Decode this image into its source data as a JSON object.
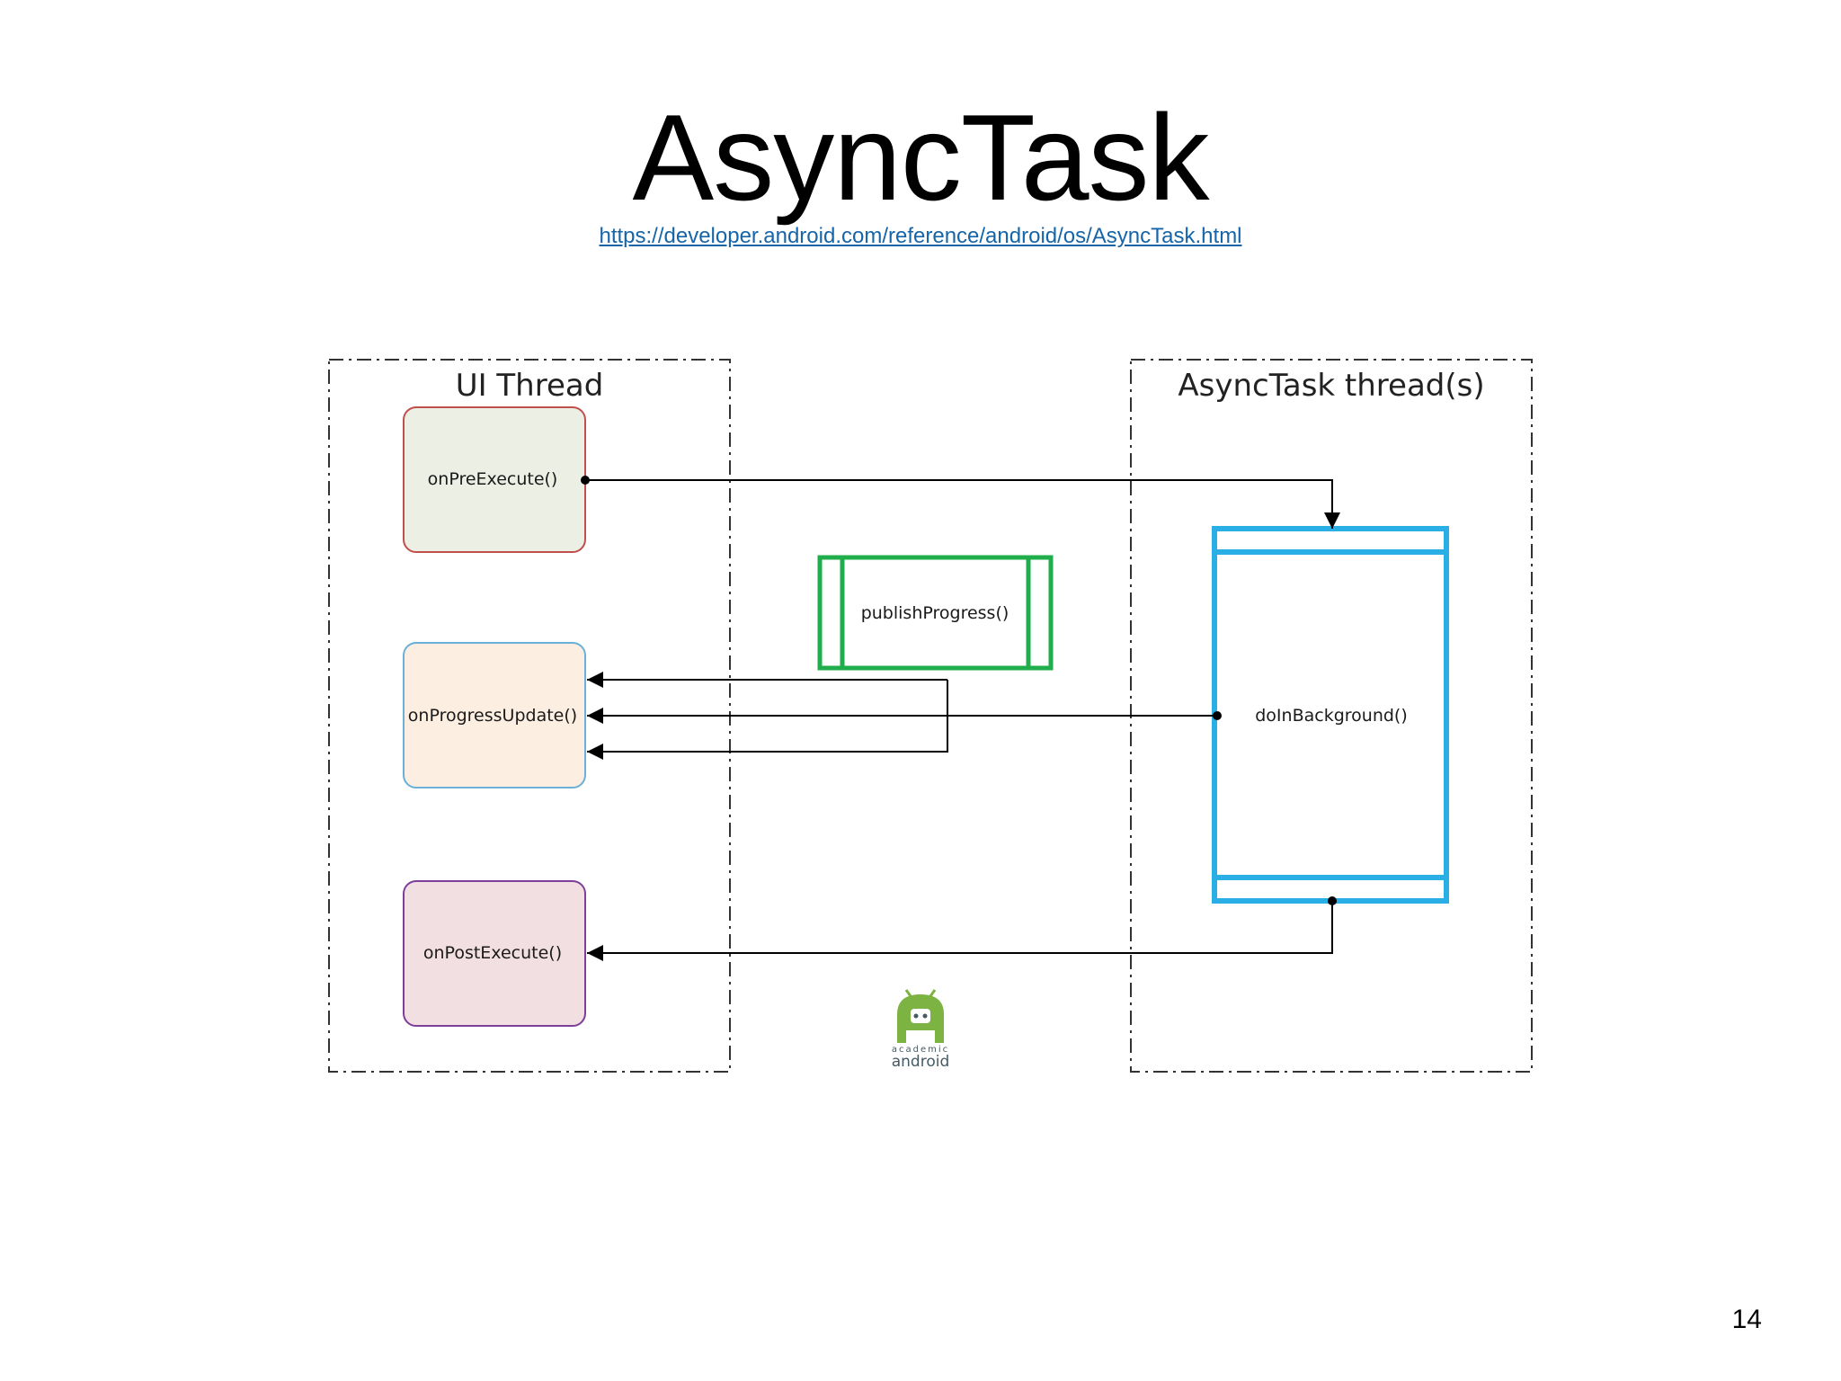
{
  "slide": {
    "title": "AsyncTask",
    "link": "https://developer.android.com/reference/android/os/AsyncTask.html",
    "page_number": "14"
  },
  "diagram": {
    "lanes": {
      "ui_thread": "UI Thread",
      "async_thread": "AsyncTask thread(s)"
    },
    "methods": {
      "on_pre_execute": "onPreExecute()",
      "on_progress_update": "onProgressUpdate()",
      "on_post_execute": "onPostExecute()",
      "publish_progress": "publishProgress()",
      "do_in_background": "doInBackground()"
    },
    "logo": {
      "line1": "academic",
      "line2": "android"
    },
    "colors": {
      "pre_execute_fill": "#ecefe3",
      "pre_execute_border": "#c0504d",
      "progress_update_fill": "#fdeee2",
      "progress_update_border": "#6ab0d8",
      "post_execute_fill": "#f2dfe1",
      "post_execute_border": "#7e3f98",
      "publish_progress_border": "#1fae4b",
      "do_in_background_border": "#29aee6",
      "logo_green": "#7cb342"
    }
  }
}
